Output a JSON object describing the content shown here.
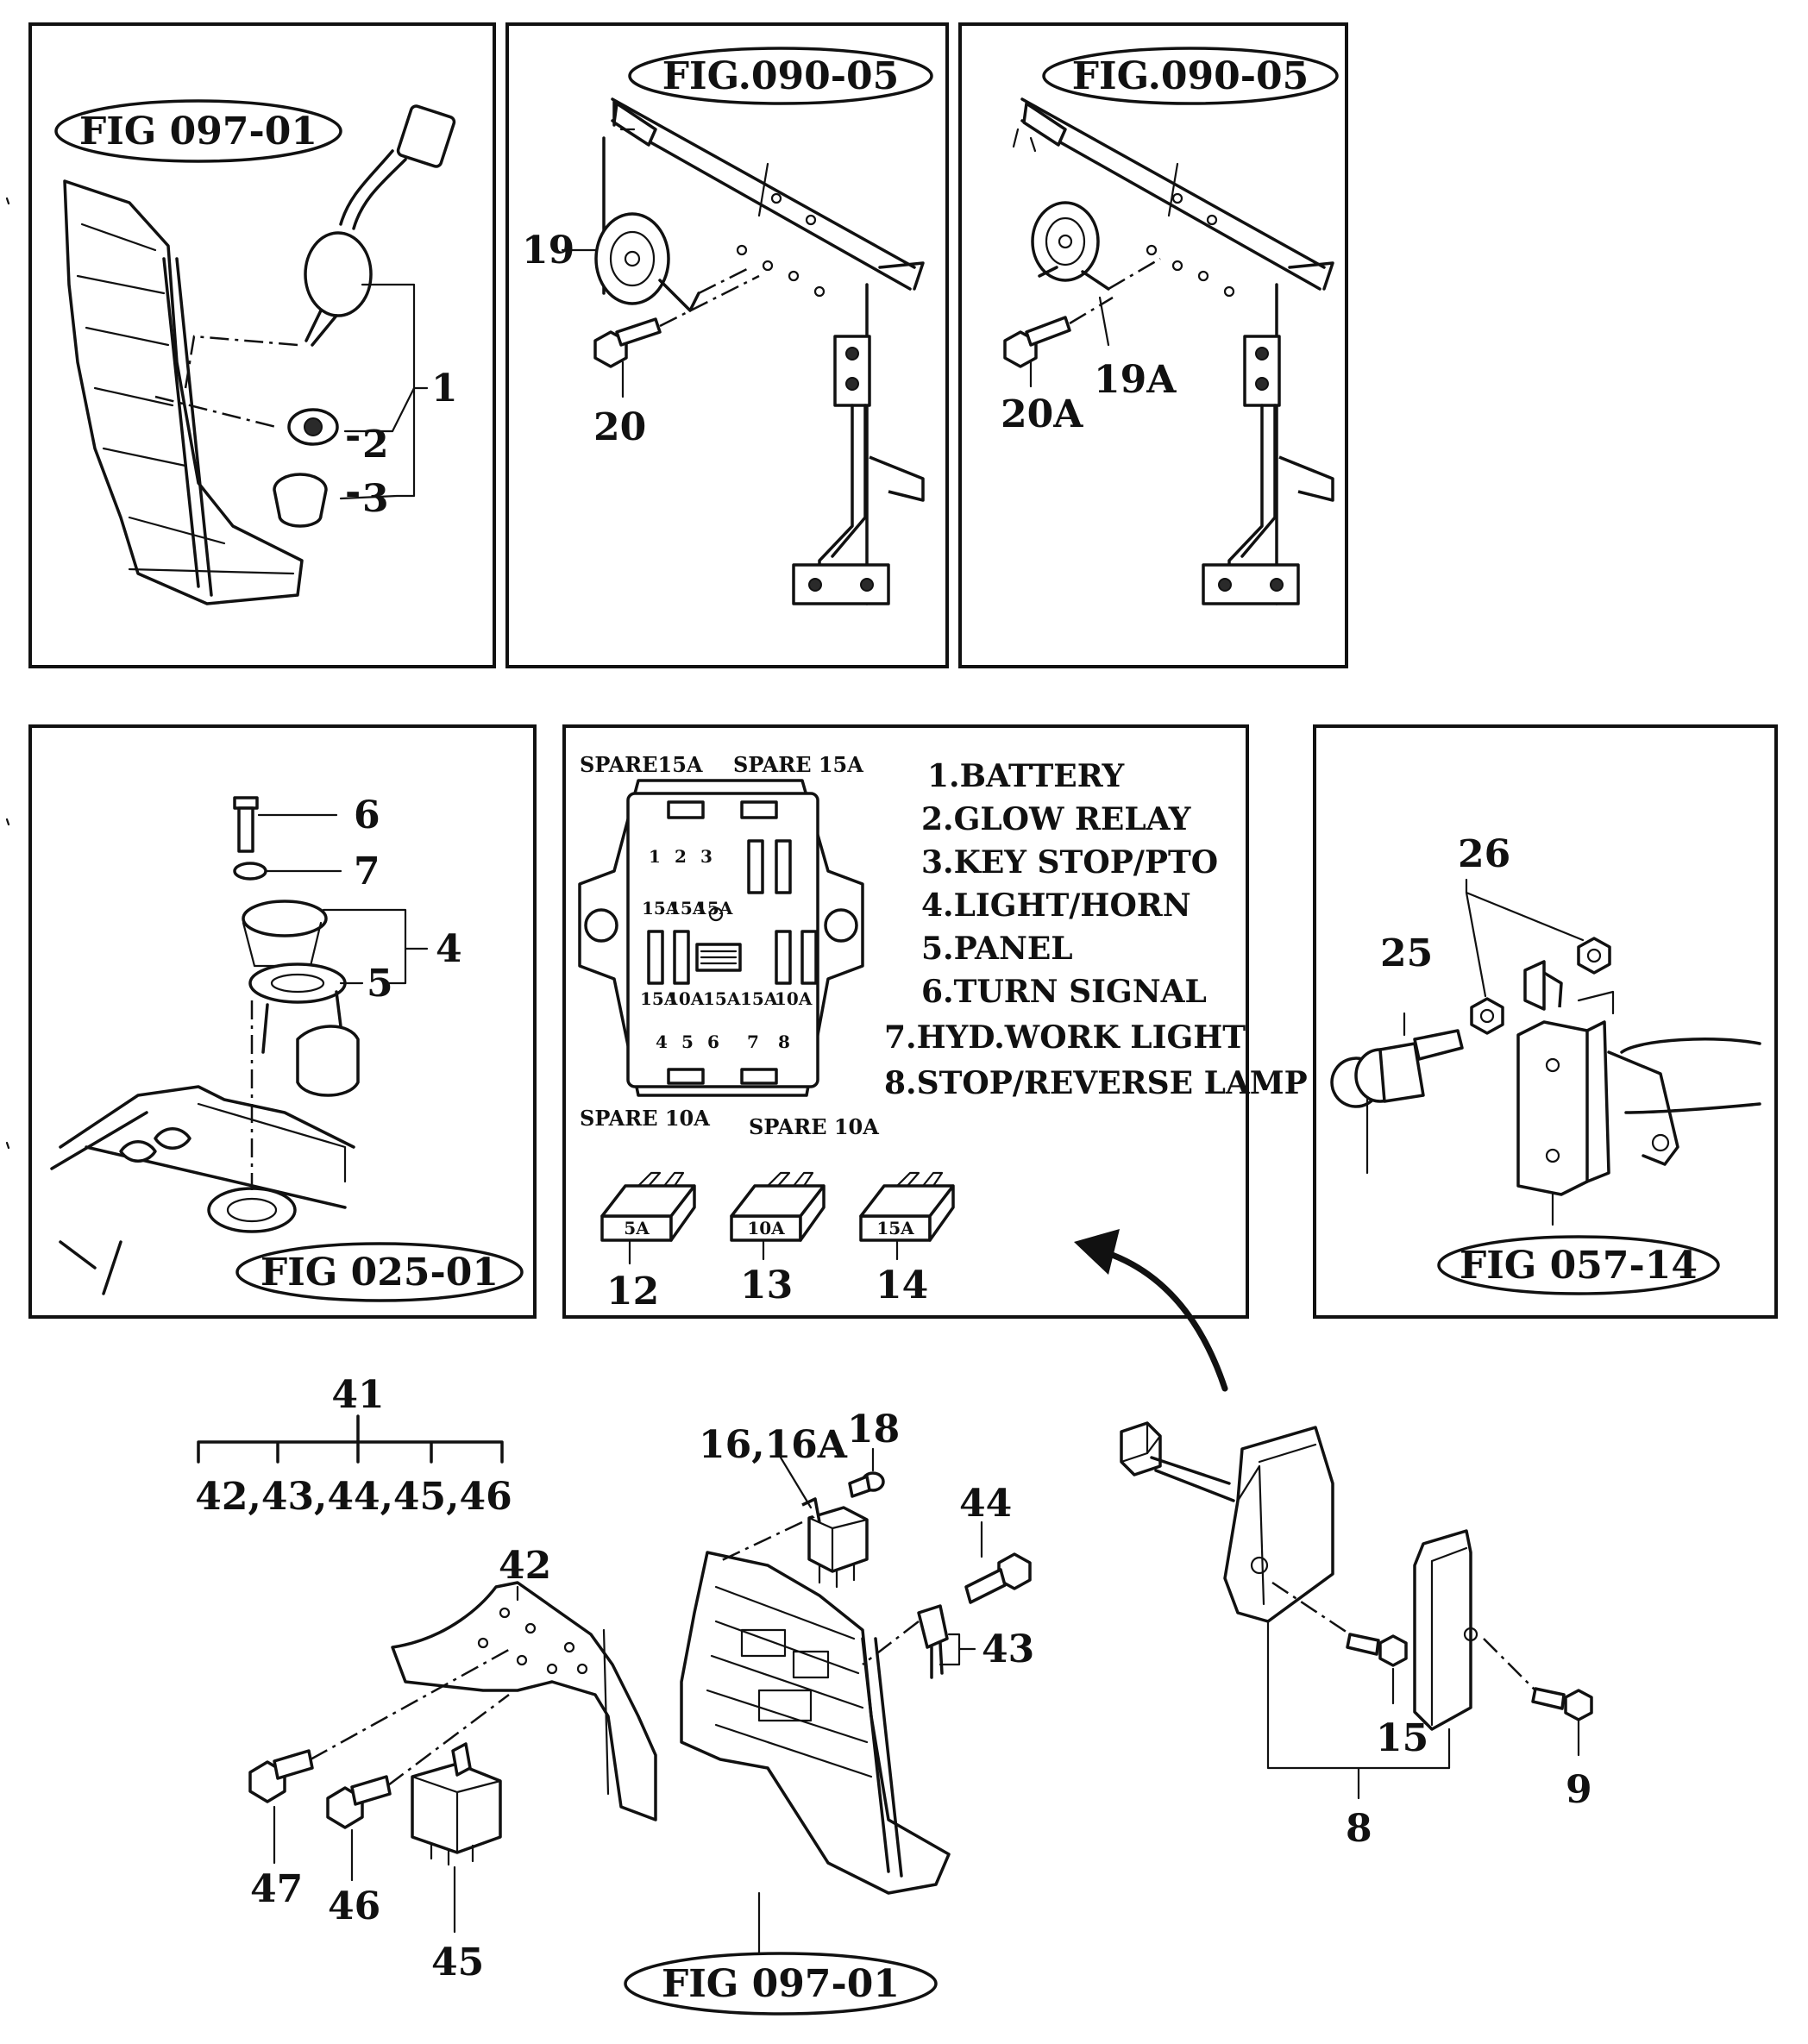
{
  "figure_refs": {
    "top_left": "FIG 097-01",
    "top_middle": "FIG.090-05",
    "top_right": "FIG.090-05",
    "mid_left": "FIG 025-01",
    "mid_right": "FIG 057-14",
    "bottom": "FIG 097-01"
  },
  "callouts": {
    "p1": "1",
    "p2": "2",
    "p3": "3",
    "p4": "4",
    "p5": "5",
    "p6": "6",
    "p7": "7",
    "p8": "8",
    "p9": "9",
    "p12": "12",
    "p13": "13",
    "p14": "14",
    "p15": "15",
    "p16": "16,16A",
    "p18": "18",
    "p19": "19",
    "p19a": "19A",
    "p20": "20",
    "p20a": "20A",
    "p25": "25",
    "p26": "26",
    "p41": "41",
    "p41_children": "42,43,44,45,46",
    "p42": "42",
    "p43": "43",
    "p44": "44",
    "p45": "45",
    "p46": "46",
    "p47": "47"
  },
  "fuse_box": {
    "spare_top_left": "SPARE15A",
    "spare_top_right": "SPARE 15A",
    "spare_bottom_left": "SPARE 10A",
    "spare_bottom_right": "SPARE 10A",
    "slots_top": [
      "1",
      "2",
      "3"
    ],
    "ratings_top": [
      "15A",
      "15A",
      "15A"
    ],
    "ratings_mid": [
      "15A",
      "10A",
      "15A",
      "15A",
      "10A"
    ],
    "slots_bottom": [
      "4",
      "5",
      "6",
      "7",
      "8"
    ],
    "legend": [
      "1.BATTERY",
      "2.GLOW RELAY",
      "3.KEY STOP/PTO",
      "4.LIGHT/HORN",
      "5.PANEL",
      "6.TURN SIGNAL",
      "7.HYD.WORK LIGHT",
      "8.STOP/REVERSE LAMP"
    ],
    "fuses": [
      "5A",
      "10A",
      "15A"
    ]
  }
}
